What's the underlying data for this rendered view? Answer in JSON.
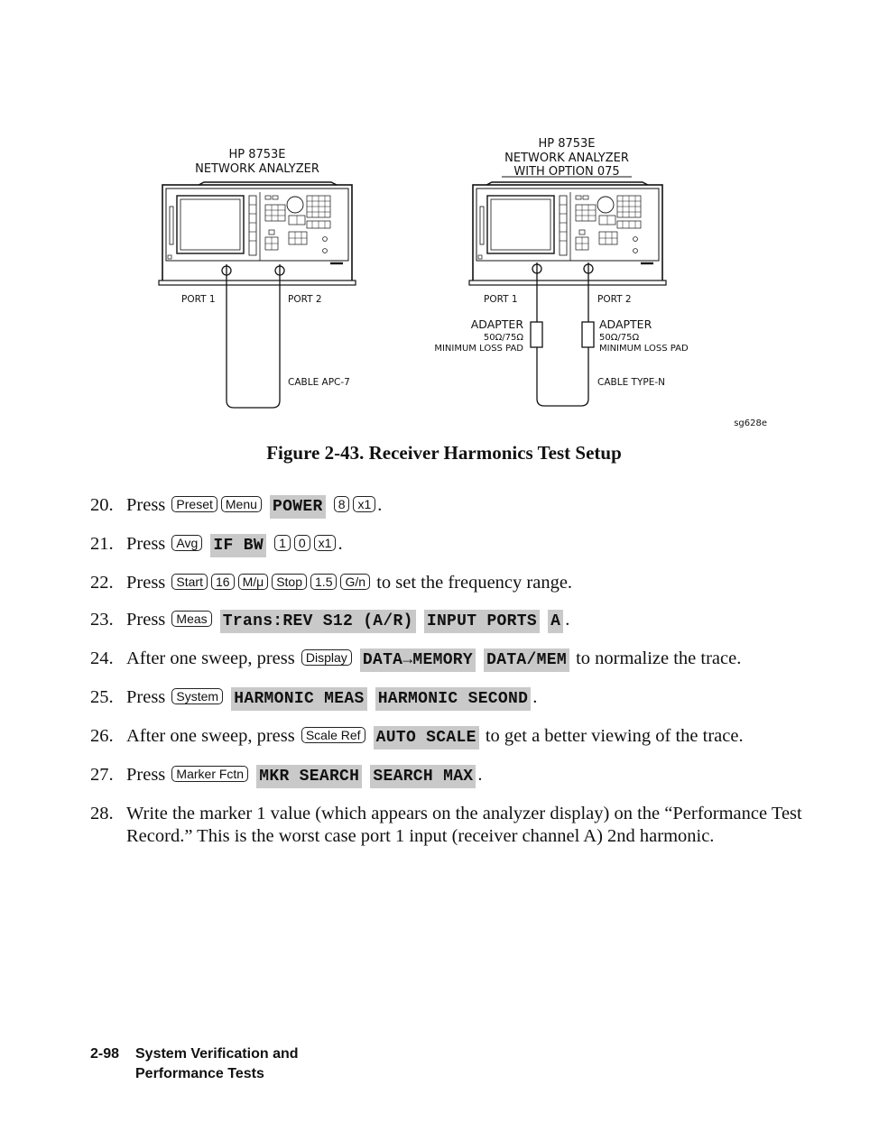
{
  "diagram": {
    "left_label_1": "HP 8753E",
    "left_label_2": "NETWORK ANALYZER",
    "right_label_1": "HP 8753E",
    "right_label_2": "NETWORK ANALYZER",
    "right_label_3": "WITH OPTION 075",
    "left_port1": "PORT 1",
    "left_port2": "PORT 2",
    "left_cable": "CABLE APC-7",
    "right_port1": "PORT 1",
    "right_port2": "PORT 2",
    "adapter_left_1": "ADAPTER",
    "adapter_left_2": "50Ω/75Ω",
    "adapter_left_3": "MINIMUM LOSS PAD",
    "adapter_right_1": "ADAPTER",
    "adapter_right_2": "50Ω/75Ω",
    "adapter_right_3": "MINIMUM LOSS PAD",
    "right_cable": "CABLE TYPE-N",
    "code": "sg628e"
  },
  "caption": "Figure 2-43. Receiver Harmonics Test Setup",
  "steps": {
    "s20": {
      "num": "20.",
      "press": "Press",
      "k1": "Preset",
      "k2": "Menu",
      "sk1": "POWER",
      "k3": "8",
      "k4": "x1",
      "end": "."
    },
    "s21": {
      "num": "21.",
      "press": "Press",
      "k1": "Avg",
      "sk1": "IF BW",
      "k2": "1",
      "k3": "0",
      "k4": "x1",
      "end": "."
    },
    "s22": {
      "num": "22.",
      "press": "Press",
      "k1": "Start",
      "k2": "16",
      "k3": "M/μ",
      "k4": "Stop",
      "k5": "1.5",
      "k6": "G/n",
      "tail": "to set the frequency range."
    },
    "s23": {
      "num": "23.",
      "press": "Press",
      "k1": "Meas",
      "sk1": "Trans:REV S12 (A/R)",
      "sk2": "INPUT PORTS",
      "sk3": "A",
      "end": "."
    },
    "s24": {
      "num": "24.",
      "pre": "After one sweep, press",
      "k1": "Display",
      "sk1": "DATA→MEMORY",
      "sk2": "DATA/MEM",
      "tail": "to normalize the trace."
    },
    "s25": {
      "num": "25.",
      "press": "Press",
      "k1": "System",
      "sk1": "HARMONIC MEAS",
      "sk2": "HARMONIC SECOND",
      "end": "."
    },
    "s26": {
      "num": "26.",
      "pre": "After one sweep, press",
      "k1": "Scale Ref",
      "sk1": "AUTO SCALE",
      "tail": "to get a better viewing of the trace."
    },
    "s27": {
      "num": "27.",
      "press": "Press",
      "k1": "Marker Fctn",
      "sk1": "MKR SEARCH",
      "sk2": "SEARCH MAX",
      "end": "."
    },
    "s28": {
      "num": "28.",
      "text": "Write the marker 1 value (which appears on the analyzer display) on the “Performance Test Record.” This is the worst case port 1 input (receiver channel A) 2nd harmonic."
    }
  },
  "footer": {
    "page": "2-98",
    "line1": "System Verification and",
    "line2": "Performance Tests"
  }
}
